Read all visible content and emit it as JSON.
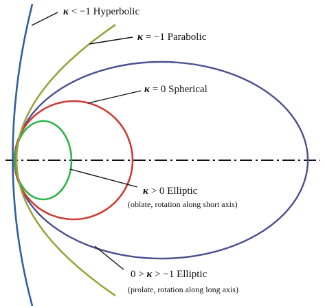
{
  "labels": {
    "hyperbolic": {
      "kappa": "κ",
      "text": " < −1 Hyperbolic"
    },
    "parabolic": {
      "kappa": "κ",
      "text": " = −1  Parabolic"
    },
    "spherical": {
      "kappa": "κ",
      "text": " = 0 Spherical"
    },
    "oblate": {
      "kappa": "κ",
      "text": " > 0 Elliptic",
      "sub": "(oblate, rotation along short axis)"
    },
    "prolate": {
      "prefix": "0 > ",
      "kappa": "κ",
      "text": " > −1 Elliptic",
      "sub": "(prolate, rotation along long axis)"
    }
  },
  "colors": {
    "hyperbolic": "#2e5f9e",
    "parabolic": "#9aa23c",
    "prolate": "#4a4f8f",
    "spherical": "#cf3b33",
    "oblate": "#2db34a",
    "axis": "#111111",
    "leader": "#111111"
  }
}
